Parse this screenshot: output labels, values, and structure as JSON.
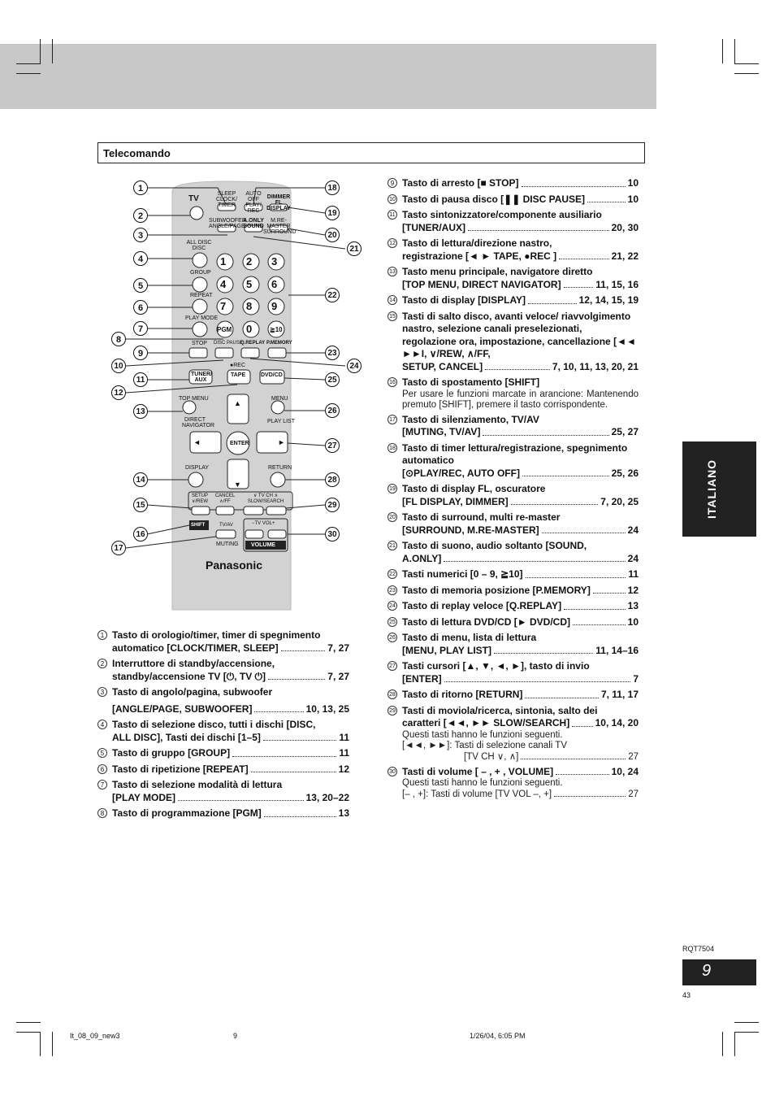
{
  "section_title": "Telecomando",
  "side_tab": "ITALIANO",
  "model_no": "RQT7504",
  "page_number": "9",
  "sub_page": "43",
  "footer": {
    "file": "It_08_09_new3",
    "page": "9",
    "date": "1/26/04, 6:05 PM"
  },
  "remote": {
    "brand": "Panasonic",
    "labels": {
      "tv": "TV",
      "sleep_clock": "SLEEP CLOCK/ TIMER",
      "auto_off": "AUTO OFF PLAY/ REC",
      "dimmer": "DIMMER FL DISPLAY",
      "subwoofer": "SUBWOOFER ANGLE/PAGE",
      "a_only": "A.ONLY SOUND",
      "m_remaster": "M.RE-MASTER SURROUND",
      "all_disc": "ALL DISC DISC",
      "group": "GROUP",
      "repeat": "REPEAT",
      "play_mode": "PLAY MODE",
      "pgm": "PGM",
      "stop": "STOP",
      "disc_pause": "DISC PAUSE",
      "q_replay": "Q.REPLAY",
      "p_memory": "P.MEMORY",
      "rec": "●REC",
      "tuner": "TUNER/ AUX",
      "tape": "TAPE",
      "dvdcd": "DVD/CD",
      "top_menu": "TOP MENU",
      "direct_nav": "DIRECT NAVIGATOR",
      "menu": "MENU",
      "play_list": "PLAY LIST",
      "enter": "ENTER",
      "display": "DISPLAY",
      "return": "RETURN",
      "setup": "SETUP ∨/REW",
      "cancel": "CANCEL ∧/FF",
      "tvch": "∨ TV CH ∧ SLOW/SEARCH",
      "shift": "SHIFT",
      "tvav": "TV/AV",
      "muting": "MUTING",
      "tvvol": "−TV VOL+",
      "volume": "VOLUME"
    },
    "digits": [
      "1",
      "2",
      "3",
      "4",
      "5",
      "6",
      "7",
      "8",
      "9",
      "0",
      "≧10"
    ],
    "callouts": [
      "1",
      "2",
      "3",
      "4",
      "5",
      "6",
      "7",
      "8",
      "9",
      "10",
      "11",
      "12",
      "13",
      "14",
      "15",
      "16",
      "17",
      "18",
      "19",
      "20",
      "21",
      "22",
      "23",
      "24",
      "25",
      "26",
      "27",
      "28",
      "29",
      "30"
    ]
  },
  "left_items": [
    {
      "n": "1",
      "text": "Tasto di orologio/timer, timer di spegnimento",
      "row": "automatico [CLOCK/TIMER, SLEEP]",
      "pages": "7, 27"
    },
    {
      "n": "2",
      "text": "Interruttore di standby/accensione,",
      "row": "standby/accensione TV [⏻, TV ⏻]",
      "pages": "7, 27"
    },
    {
      "n": "3",
      "text": "Tasto di angolo/pagina, subwoofer",
      "row": "[ANGLE/PAGE, SUBWOOFER]",
      "pages": "10, 13, 25"
    },
    {
      "n": "4",
      "text": "Tasto di selezione disco, tutti i dischi [DISC,",
      "row": "ALL DISC], Tasti dei dischi [1–5]",
      "pages": "11"
    },
    {
      "n": "5",
      "text": "",
      "row": "Tasto di gruppo [GROUP]",
      "pages": "11"
    },
    {
      "n": "6",
      "text": "",
      "row": "Tasto di ripetizione [REPEAT]",
      "pages": "12"
    },
    {
      "n": "7",
      "text": "Tasto di selezione modalità di lettura",
      "row": "[PLAY MODE]",
      "pages": "13, 20–22"
    },
    {
      "n": "8",
      "text": "",
      "row": "Tasto di programmazione [PGM]",
      "pages": "13"
    }
  ],
  "right_items": [
    {
      "n": "9",
      "text": "",
      "row": "Tasto di arresto [■ STOP]",
      "pages": "10"
    },
    {
      "n": "10",
      "text": "",
      "row": "Tasto di pausa disco [❚❚ DISC PAUSE]",
      "pages": "10"
    },
    {
      "n": "11",
      "text": "Tasto sintonizzatore/componente ausiliario",
      "row": "[TUNER/AUX]",
      "pages": "20, 30"
    },
    {
      "n": "12",
      "text": "Tasto di lettura/direzione nastro,",
      "row": "registrazione [◄ ► TAPE, ●REC ]",
      "pages": "21, 22"
    },
    {
      "n": "13",
      "text": "Tasto menu principale, navigatore diretto",
      "row": "[TOP MENU, DIRECT NAVIGATOR]",
      "pages": "11, 15, 16"
    },
    {
      "n": "14",
      "text": "",
      "row": "Tasto di display [DISPLAY]",
      "pages": "12, 14, 15, 19"
    },
    {
      "n": "15",
      "text": "Tasti di salto disco, avanti veloce/ riavvolgimento nastro, selezione canali preselezionati, regolazione ora, impostazione, cancellazione [◄◄ ►►I, ∨/REW, ∧/FF,",
      "row": "SETUP, CANCEL]",
      "pages": "7, 10, 11, 13, 20, 21"
    },
    {
      "n": "16",
      "text": "Tasto di spostamento [SHIFT]",
      "note": "Per usare le funzioni marcate in arancione: Mantenendo premuto [SHIFT], premere il tasto corrispondente.",
      "row": "",
      "pages": ""
    },
    {
      "n": "17",
      "text": "Tasto di silenziamento, TV/AV",
      "row": "[MUTING, TV/AV]",
      "pages": "25, 27"
    },
    {
      "n": "18",
      "text": "Tasto di timer lettura/registrazione, spegnimento automatico",
      "row": "[⊙PLAY/REC, AUTO OFF]",
      "pages": "25, 26"
    },
    {
      "n": "19",
      "text": "Tasto di display FL, oscuratore",
      "row": "[FL DISPLAY, DIMMER]",
      "pages": "7, 20, 25"
    },
    {
      "n": "20",
      "text": "Tasto di surround, multi re-master",
      "row": "[SURROUND, M.RE-MASTER]",
      "pages": "24"
    },
    {
      "n": "21",
      "text": "Tasto di suono, audio soltanto [SOUND,",
      "row": "A.ONLY]",
      "pages": "24"
    },
    {
      "n": "22",
      "text": "",
      "row": "Tasti numerici [0 – 9, ≧10]",
      "pages": "11"
    },
    {
      "n": "23",
      "text": "",
      "row": "Tasto di memoria posizione [P.MEMORY]",
      "pages": "12"
    },
    {
      "n": "24",
      "text": "",
      "row": "Tasto di replay veloce [Q.REPLAY]",
      "pages": "13"
    },
    {
      "n": "25",
      "text": "",
      "row": "Tasto di lettura DVD/CD [► DVD/CD]",
      "pages": "10"
    },
    {
      "n": "26",
      "text": "Tasto di menu, lista di lettura",
      "row": "[MENU, PLAY LIST]",
      "pages": "11, 14–16"
    },
    {
      "n": "27",
      "text": "Tasti cursori [▲, ▼, ◄, ►], tasto di invio",
      "row": "[ENTER]",
      "pages": "7"
    },
    {
      "n": "28",
      "text": "",
      "row": "Tasto di ritorno [RETURN]",
      "pages": "7, 11, 17"
    },
    {
      "n": "29",
      "text": "Tasti di moviola/ricerca, sintonia, salto dei",
      "row": "caratteri [◄◄, ►► SLOW/SEARCH]",
      "pages": "10, 14, 20",
      "note": "Questi tasti hanno le funzioni seguenti.",
      "note_row1": "[◄◄, ►►]:  Tasti di selezione canali TV",
      "note_row2": "[TV CH ∨, ∧]",
      "note_pages": "27"
    },
    {
      "n": "30",
      "text": "",
      "row": "Tasti di volume [ – , + , VOLUME]",
      "pages": "10, 24",
      "note": "Questi tasti hanno le funzioni seguenti.",
      "note_row2": "[– , +]:  Tasti di volume [TV VOL –, +]",
      "note_pages": "27"
    }
  ]
}
